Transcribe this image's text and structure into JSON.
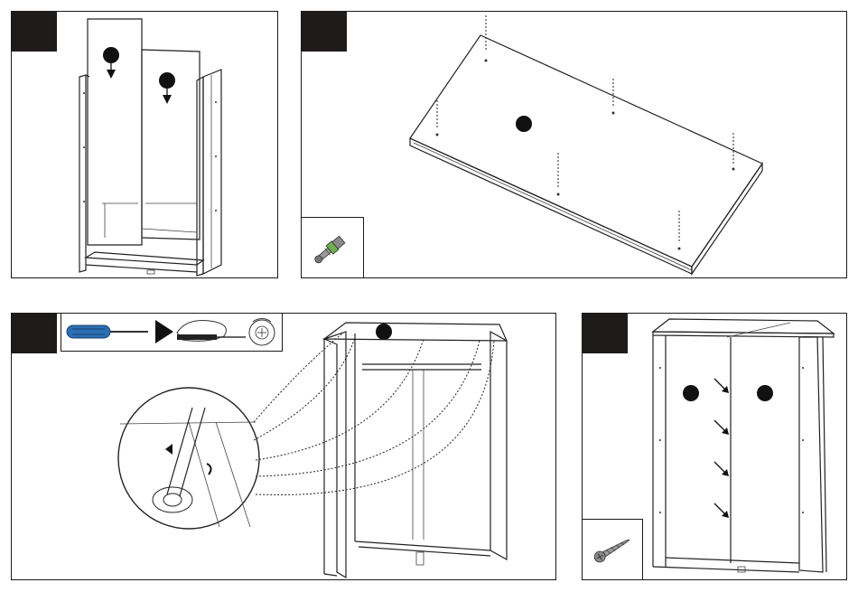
{
  "document": {
    "type": "furniture-assembly-instructions",
    "steps": [
      {
        "panel": "step-1",
        "step_number": "",
        "icons": [
          "back-panel-arrow-icon",
          "back-panel-arrow-icon"
        ]
      },
      {
        "panel": "step-2",
        "step_number": "",
        "icons": [
          "cam-dowel-icon"
        ],
        "dowel_count": 6
      },
      {
        "panel": "step-3",
        "step_number": "",
        "icons": [
          "screwdriver-icon",
          "hand-turning-icon",
          "cam-lock-rotation-icon"
        ],
        "cam_locks": 5
      },
      {
        "panel": "step-4",
        "step_number": "",
        "icons": [
          "screw-icon",
          "door-marker-icon",
          "door-marker-icon"
        ],
        "screw_arrows": 4
      }
    ],
    "colors": {
      "badge": "#1e1b1b",
      "screwdriver_handle": "#2a6fb5",
      "dowel_band": "#6ab04c",
      "line": "#222222"
    }
  }
}
